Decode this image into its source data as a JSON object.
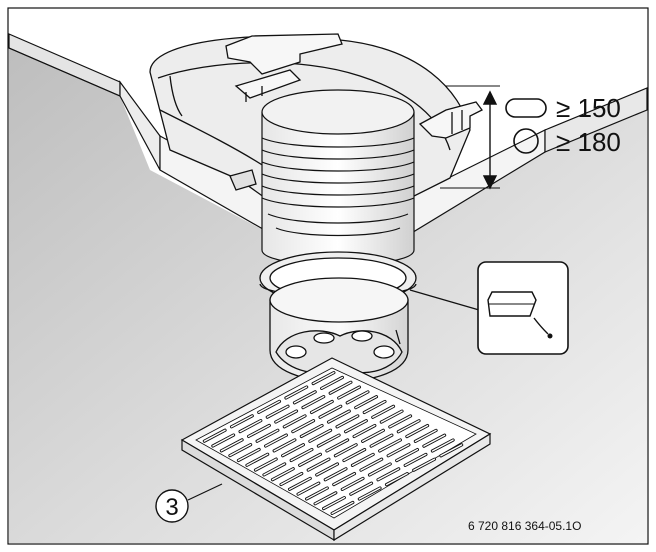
{
  "dimensions": {
    "oval_label": "≥ 150",
    "circle_label": "≥ 180",
    "oval_icon": "oval-duct-icon",
    "circle_icon": "round-duct-icon"
  },
  "callout": {
    "number": "3"
  },
  "figure_code": "6 720 816 364-05.1O",
  "colors": {
    "line": "#111111",
    "ceiling_shade": "#c8c8c8",
    "background": "#ffffff"
  }
}
